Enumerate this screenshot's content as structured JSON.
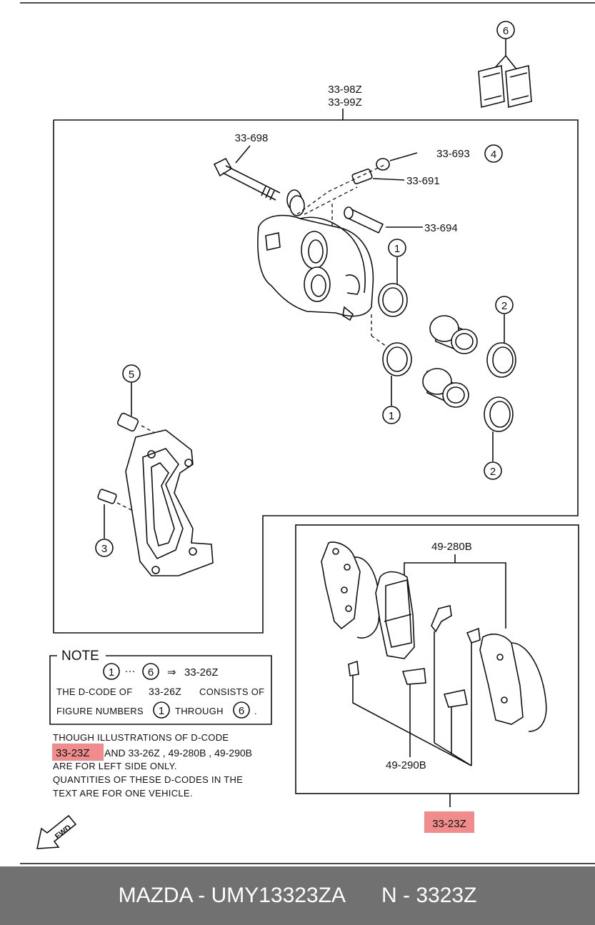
{
  "parts": {
    "assembly_top": "33-98Z",
    "assembly_bottom": "33-99Z",
    "bolt": "33-698",
    "cap": "33-693",
    "bleeder": "33-691",
    "pin": "33-694",
    "pads": "49-280B",
    "shims": "49-290B",
    "kit": "33-23Z"
  },
  "callouts": {
    "c1": "1",
    "c2": "2",
    "c3": "3",
    "c4": "4",
    "c5": "5",
    "c6": "6"
  },
  "note": {
    "title": "NOTE",
    "ref_from": "1",
    "ellipsis": "···",
    "ref_to": "6",
    "arrow": "⇒",
    "code": "33-26Z",
    "line2_a": "THE D-CODE OF",
    "line2_b": "33-26Z",
    "line2_c": "CONSISTS OF",
    "line3_a": "FIGURE NUMBERS",
    "line3_n1": "1",
    "line3_b": "THROUGH",
    "line3_n2": "6",
    "line3_c": "."
  },
  "disclaimer": {
    "line1": "THOUGH  ILLUSTRATIONS  OF  D-CODE",
    "line2_code": "33-23Z",
    "line2_rest": "AND 33-26Z , 49-280B , 49-290B",
    "line3": "ARE FOR LEFT SIDE ONLY.",
    "line4": "QUANTITIES  OF  THESE  D-CODES  IN  THE",
    "line5": "TEXT  ARE  FOR  ONE  VEHICLE."
  },
  "fwd_label": "FWD",
  "footer": {
    "brand_part": "MAZDA - UMY13323ZA",
    "code": "N - 3323Z"
  },
  "colors": {
    "highlight": "#f08c8c",
    "footer_bg": "#717171",
    "footer_text": "#ffffff"
  }
}
